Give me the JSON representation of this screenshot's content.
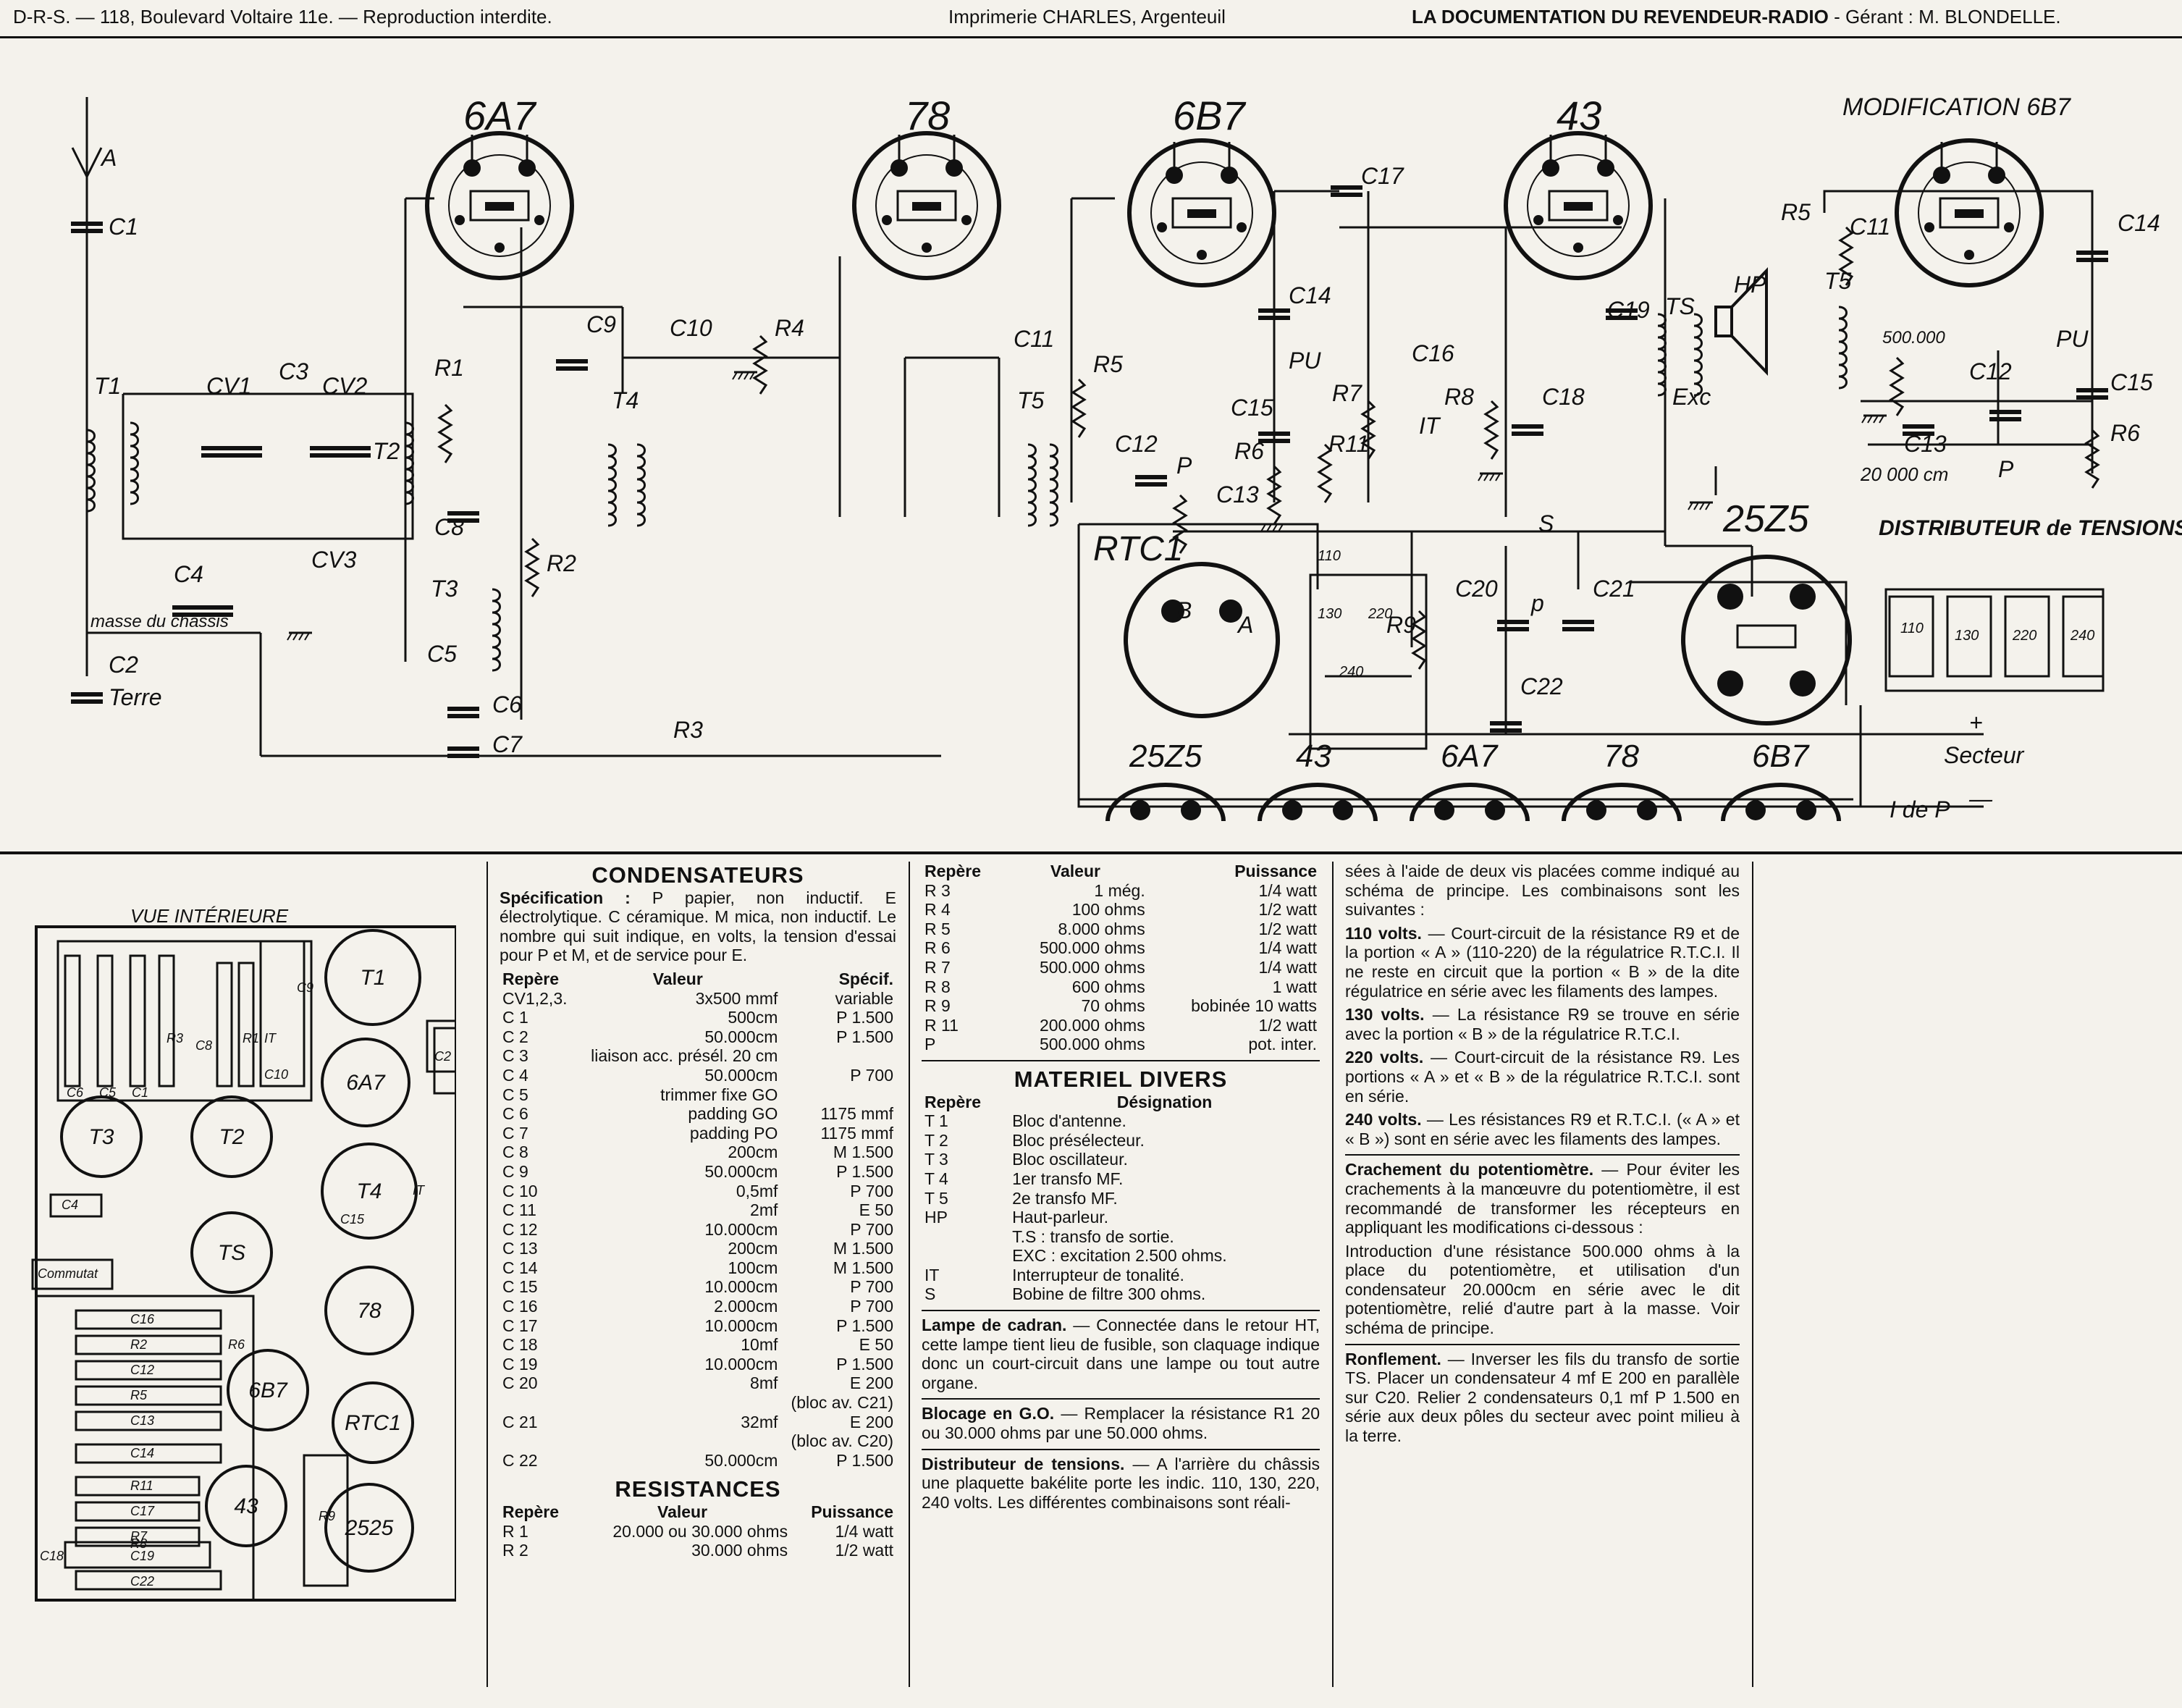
{
  "header": {
    "left": "D-R-S. — 118, Boulevard Voltaire 11e. — Reproduction interdite.",
    "center": "Imprimerie CHARLES, Argenteuil",
    "right_bold": "LA DOCUMENTATION DU REVENDEUR-RADIO",
    "right_rest": " - Gérant : M. BLONDELLE."
  },
  "schematic": {
    "tubes": [
      "6A7",
      "78",
      "6B7",
      "43",
      "25Z5",
      "RTC1"
    ],
    "modification_title": "MODIFICATION 6B7",
    "distrib_title": "DISTRIBUTEUR de TENSIONS",
    "distrib_values": [
      "110",
      "130",
      "220",
      "240"
    ],
    "labels": {
      "A": "A",
      "C1": "C1",
      "C2": "C2",
      "Terre": "Terre",
      "masse": "masse du châssis",
      "T1": "T1",
      "CV1": "CV1",
      "C3": "C3",
      "CV2": "CV2",
      "T2": "T2",
      "CV3": "CV3",
      "C4": "C4",
      "R1": "R1",
      "C8": "C8",
      "R2": "R2",
      "T3": "T3",
      "C5": "C5",
      "C6": "C6",
      "C7": "C7",
      "R3": "R3",
      "C9": "C9",
      "C10": "C10",
      "R4": "R4",
      "T4": "T4",
      "T5": "T5",
      "C11": "C11",
      "R5": "R5",
      "C12": "C12",
      "P": "P",
      "C13": "C13",
      "C14": "C14",
      "PU": "PU",
      "C15": "C15",
      "R6": "R6",
      "C17": "C17",
      "R7": "R7",
      "R11": "R11",
      "C16": "C16",
      "R8": "R8",
      "IT": "IT",
      "C18": "C18",
      "C19": "C19",
      "TS": "TS",
      "HP": "HP",
      "Exc": "Exc",
      "S": "S",
      "C20": "C20",
      "C21": "C21",
      "C22": "C22",
      "R9": "R9",
      "lamp_p": "p",
      "RTC_A": "A",
      "RTC_B": "B",
      "secteur": "Secteur",
      "plus": "+",
      "minus": "—",
      "idep": "I de P",
      "mod_R5": "R5",
      "mod_C11": "C11",
      "mod_C14": "C14",
      "mod_T5": "T5",
      "mod_500000": "500.000",
      "mod_C13": "C13",
      "mod_C12": "C12",
      "mod_PU": "PU",
      "mod_C15": "C15",
      "mod_R6": "R6",
      "mod_20000": "20 000 cm",
      "mod_P": "P",
      "sw_110": "110",
      "sw_130": "130",
      "sw_220": "220",
      "sw_240": "240"
    },
    "filament_tubes": [
      "25Z5",
      "43",
      "6A7",
      "78",
      "6B7"
    ]
  },
  "vue": {
    "title": "VUE INTÉRIEURE",
    "tubes": [
      "T1",
      "6A7",
      "T4",
      "78",
      "RTC1",
      "2525",
      "6B7",
      "43",
      "T3",
      "T2",
      "TS"
    ],
    "parts": [
      "C6",
      "C5",
      "C1",
      "R3",
      "C8",
      "R1",
      "C9",
      "C2",
      "C4",
      "Commutat",
      "C16",
      "R2",
      "R6",
      "C12",
      "R5",
      "C13",
      "C14",
      "R11",
      "C17",
      "R7",
      "R8",
      "C18",
      "C19",
      "C22",
      "C15",
      "R9",
      "IT",
      "C10"
    ]
  },
  "condensateurs": {
    "title": "CONDENSATEURS",
    "spec_lead": "Spécification :",
    "spec_text": " P papier, non inductif. E électrolytique. C céramique. M mica, non inductif. Le nombre qui suit indique, en volts, la tension d'essai pour P et M, et de service pour E.",
    "headers": [
      "Repère",
      "Valeur",
      "Spécif."
    ],
    "rows": [
      [
        "CV1,2,3.",
        "3x500 mmf",
        "variable"
      ],
      [
        "C 1",
        "500cm",
        "P 1.500"
      ],
      [
        "C 2",
        "50.000cm",
        "P 1.500"
      ],
      [
        "C 3",
        "liaison acc. présél. 20 cm",
        ""
      ],
      [
        "C 4",
        "50.000cm",
        "P 700"
      ],
      [
        "C 5",
        "trimmer fixe GO",
        ""
      ],
      [
        "C 6",
        "padding GO",
        "1175 mmf"
      ],
      [
        "C 7",
        "padding PO",
        "1175 mmf"
      ],
      [
        "C 8",
        "200cm",
        "M 1.500"
      ],
      [
        "C 9",
        "50.000cm",
        "P 1.500"
      ],
      [
        "C 10",
        "0,5mf",
        "P 700"
      ],
      [
        "C 11",
        "2mf",
        "E 50"
      ],
      [
        "C 12",
        "10.000cm",
        "P 700"
      ],
      [
        "C 13",
        "200cm",
        "M 1.500"
      ],
      [
        "C 14",
        "100cm",
        "M 1.500"
      ],
      [
        "C 15",
        "10.000cm",
        "P 700"
      ],
      [
        "C 16",
        "2.000cm",
        "P 700"
      ],
      [
        "C 17",
        "10.000cm",
        "P 1.500"
      ],
      [
        "C 18",
        "10mf",
        "E 50"
      ],
      [
        "C 19",
        "10.000cm",
        "P 1.500"
      ],
      [
        "C 20",
        "8mf",
        "E 200"
      ],
      [
        "",
        "",
        "(bloc av. C21)"
      ],
      [
        "C 21",
        "32mf",
        "E 200"
      ],
      [
        "",
        "",
        "(bloc av. C20)"
      ],
      [
        "C 22",
        "50.000cm",
        "P 1.500"
      ]
    ]
  },
  "resistances": {
    "title": "RESISTANCES",
    "headers": [
      "Repère",
      "Valeur",
      "Puissance"
    ],
    "rows": [
      [
        "R 1",
        "20.000 ou 30.000 ohms",
        "1/4 watt"
      ],
      [
        "R 2",
        "30.000 ohms",
        "1/2 watt"
      ]
    ]
  },
  "resistances2": {
    "headers": [
      "Repère",
      "Valeur",
      "Puissance"
    ],
    "rows": [
      [
        "R 3",
        "1 még.",
        "1/4 watt"
      ],
      [
        "R 4",
        "100 ohms",
        "1/2 watt"
      ],
      [
        "R 5",
        "8.000 ohms",
        "1/2 watt"
      ],
      [
        "R 6",
        "500.000 ohms",
        "1/4 watt"
      ],
      [
        "R 7",
        "500.000 ohms",
        "1/4 watt"
      ],
      [
        "R 8",
        "600 ohms",
        "1 watt"
      ],
      [
        "R 9",
        "70 ohms",
        "bobinée 10 watts"
      ],
      [
        "R 11",
        "200.000 ohms",
        "1/2 watt"
      ],
      [
        "P",
        "500.000 ohms",
        "pot. inter."
      ]
    ]
  },
  "materiel": {
    "title": "MATERIEL DIVERS",
    "headers": [
      "Repère",
      "Désignation"
    ],
    "rows": [
      [
        "T 1",
        "Bloc d'antenne."
      ],
      [
        "T 2",
        "Bloc présélecteur."
      ],
      [
        "T 3",
        "Bloc oscillateur."
      ],
      [
        "T 4",
        "1er transfo MF."
      ],
      [
        "T 5",
        "2e transfo MF."
      ],
      [
        "HP",
        "Haut-parleur."
      ],
      [
        "",
        "T.S : transfo de sortie."
      ],
      [
        "",
        "EXC : excitation 2.500 ohms."
      ],
      [
        "IT",
        "Interrupteur de tonalité."
      ],
      [
        "S",
        "Bobine de filtre 300 ohms."
      ]
    ]
  },
  "notes2": [
    {
      "lead": "Lampe de cadran.",
      "text": " — Connectée dans le retour HT, cette lampe tient lieu de fusible, son claquage indique donc un court-circuit dans une lampe ou tout autre organe."
    },
    {
      "lead": "Blocage en G.O.",
      "text": " — Remplacer la résistance R1 20 ou 30.000 ohms par une 50.000 ohms."
    },
    {
      "lead": "Distributeur de tensions.",
      "text": " — A l'arrière du châssis une plaquette bakélite porte les indic. 110, 130, 220, 240 volts. Les différentes combinaisons sont réali-"
    }
  ],
  "notes3": {
    "p1": "sées à l'aide de deux vis placées comme indiqué au schéma de principe. Les combinaisons sont les suivantes :",
    "p2_lead": "110 volts.",
    "p2": " — Court-circuit de la résistance R9 et de la portion « A » (110-220) de la régulatrice R.T.C.I. Il ne reste en circuit que la portion « B » de la dite régulatrice en série avec les filaments des lampes.",
    "p3_lead": "130 volts.",
    "p3": " — La résistance R9 se trouve en série avec la portion « B » de la régulatrice R.T.C.I.",
    "p4_lead": "220 volts.",
    "p4": " — Court-circuit de la résistance R9. Les portions « A » et « B » de la régulatrice R.T.C.I. sont en série.",
    "p5_lead": "240 volts.",
    "p5": " — Les résistances R9 et R.T.C.I. (« A » et « B ») sont en série avec les filaments des lampes.",
    "p6_lead": "Crachement du potentiomètre.",
    "p6": " — Pour éviter les crachements à la manœuvre du potentiomètre, il est recommandé de transformer les récepteurs en appliquant les modifications ci-dessous :",
    "p7": "Introduction d'une résistance 500.000 ohms à la place du potentiomètre, et utilisation d'un condensateur 20.000cm en série avec le dit potentiomètre, relié d'autre part à la masse. Voir schéma de principe.",
    "p8_lead": "Ronflement.",
    "p8": " — Inverser les fils du transfo de sortie TS. Placer un condensateur 4 mf E 200 en parallèle sur C20. Relier 2 condensateurs 0,1 mf P 1.500 en série aux deux pôles du secteur avec point milieu à la terre."
  }
}
